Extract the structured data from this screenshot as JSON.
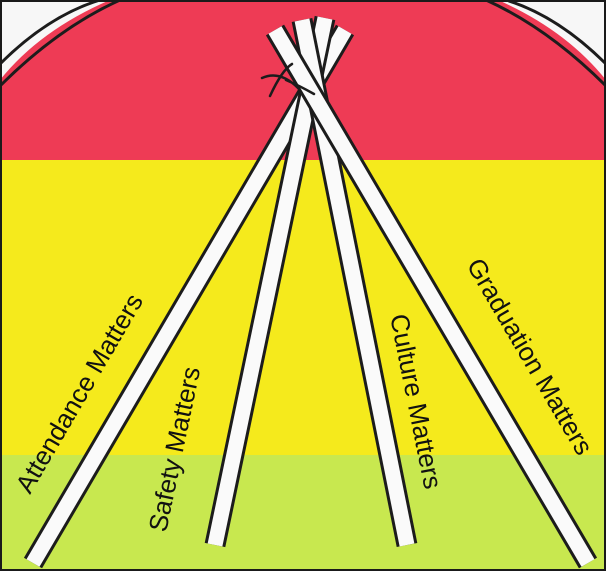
{
  "labels": {
    "attendance": "Attendance Matters",
    "safety": "Safety Matters",
    "culture": "Culture Matters",
    "graduation": "Graduation Matters"
  },
  "colors": {
    "top_band": "#ee3b55",
    "middle_band": "#f5ea1c",
    "bottom_band": "#c8e84f",
    "pole": "#fafafa",
    "outline": "#1c1c1c"
  }
}
